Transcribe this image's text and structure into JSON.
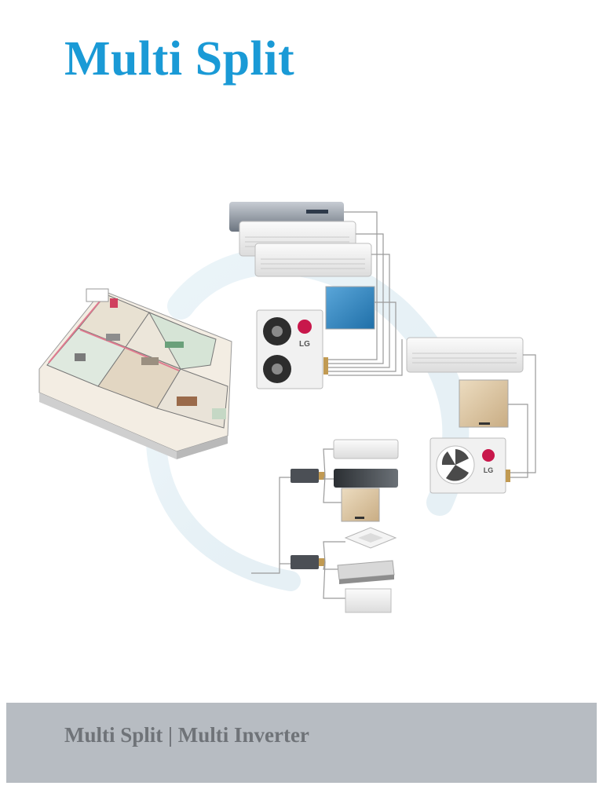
{
  "title": "Multi Split",
  "outdoor_unit_logo": "LG",
  "footer": {
    "text": "Multi Split | Multi Inverter"
  },
  "colors": {
    "title": "#1a9ad6",
    "footer_band": "#b7bcc2",
    "footer_text": "#6f7378",
    "lg_logo": "#c8174b"
  },
  "icons": [
    "floorplan-illustration",
    "wall-mounted-indoor-unit",
    "outdoor-unit",
    "console-unit",
    "cassette-unit",
    "duct-unit",
    "branch-distributor"
  ]
}
